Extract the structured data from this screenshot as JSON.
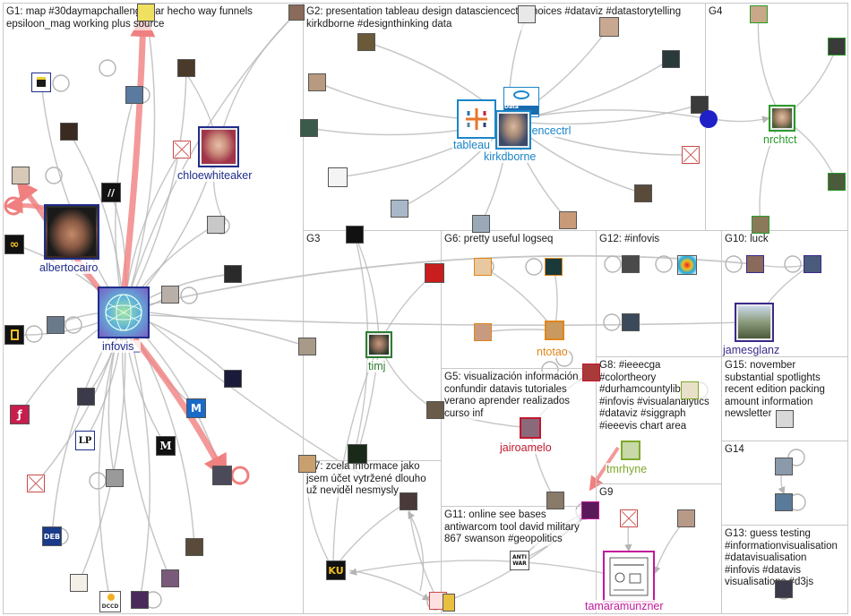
{
  "graph": {
    "groups": [
      {
        "id": "G1",
        "title": "G1: map #30daymapchallenge par hecho way funnels\nepsiloon_mag working plus source"
      },
      {
        "id": "G2",
        "title": "G2: presentation tableau design datasciencectrl choices #dataviz #datastorytelling\nkirkdborne #designthinking data"
      },
      {
        "id": "G4",
        "title": "G4"
      },
      {
        "id": "G3",
        "title": "G3"
      },
      {
        "id": "G6",
        "title": "G6: pretty useful logseq"
      },
      {
        "id": "G12",
        "title": "G12: #infovis"
      },
      {
        "id": "G10",
        "title": "G10: luck"
      },
      {
        "id": "G5",
        "title": "G5: visualización información\nconfundir datavis tutoriales\nverano aprender realizados\ncurso inf"
      },
      {
        "id": "G8",
        "title": "G8: #ieeecga\n#colortheory\n#durhamcountylib\n#infovis #visualanalytics\n#dataviz #siggraph\n#ieeevis chart area"
      },
      {
        "id": "G15",
        "title": "G15: november\nsubstantial spotlights\nrecent edition packing\namount information\nnewsletter"
      },
      {
        "id": "G14",
        "title": "G14"
      },
      {
        "id": "G7",
        "title": "G7: zcela informace jako\njsem účet vytržené dlouho\nuž neviděl nesmysly"
      },
      {
        "id": "G9",
        "title": "G9"
      },
      {
        "id": "G11",
        "title": "G11: online see bases\nantiwarcom tool david military\n867 swanson #geopolitics"
      },
      {
        "id": "G13",
        "title": "G13: guess testing\n#informationvisualisation\n#datavisualisation\n#infovis #datavis\nvisualisations #d3js"
      }
    ],
    "labels": {
      "infovis": "infovis_",
      "albertocairo": "albertocairo",
      "chloewhiteaker": "chloewhiteaker",
      "tableau": "tableau",
      "datasciencectrl": "datasciencectrl",
      "kirkdborne": "kirkdborne",
      "nrchtct": "nrchtct",
      "timj": "timj",
      "ntotao": "ntotao",
      "jamesglanz": "jamesglanz",
      "jairoamelo": "jairoamelo",
      "tmrhyne": "tmrhyne",
      "tamaramunzner": "tamaramunzner"
    },
    "icon_texts": {
      "lp": "LP",
      "ku": "KU",
      "dccd": "DCCD",
      "antiwar": "ANTI WAR",
      "datascience": "Data Science"
    },
    "colors": {
      "border": "#c8c8c8",
      "edge": "#b4b4b4",
      "edge_highlight": "#f08080",
      "label_g1": "#1f2d8a",
      "label_g2": "#1a86c8",
      "label_g4": "#2a9a2a",
      "label_g3": "#2e7d32",
      "label_g6": "#e0861a",
      "label_g10": "#3b2a8a",
      "label_g5": "#c0182e",
      "label_g8": "#7da82a",
      "label_g9": "#c0189a"
    }
  }
}
